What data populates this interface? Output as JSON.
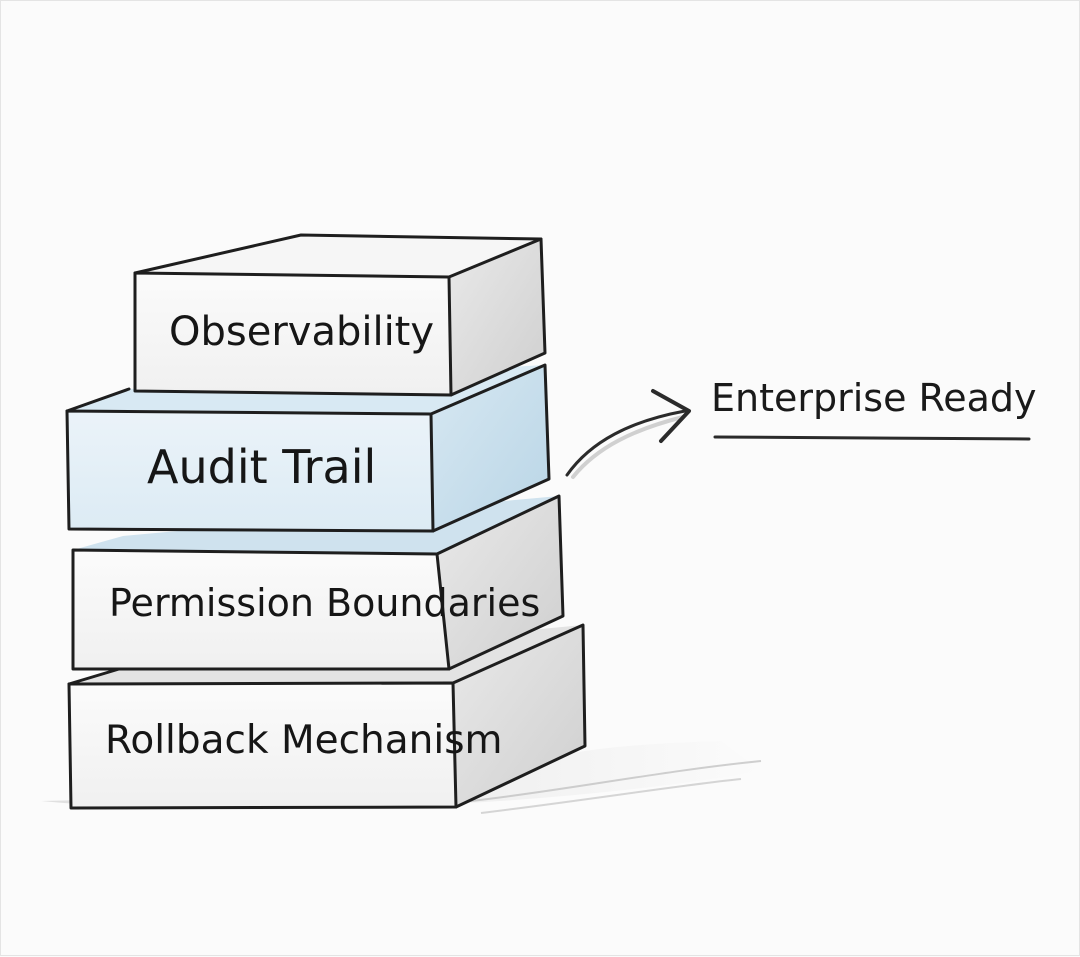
{
  "diagram": {
    "blocks": [
      {
        "label": "Observability",
        "tone": "plain"
      },
      {
        "label": "Audit Trail",
        "tone": "highlight"
      },
      {
        "label": "Permission Boundaries",
        "tone": "plain"
      },
      {
        "label": "Rollback Mechanism",
        "tone": "plain"
      }
    ],
    "callout": {
      "label": "Enterprise Ready",
      "points_to": "Audit Trail"
    },
    "colors": {
      "outline": "#1e1e1e",
      "plain_face": "#fafafa",
      "plain_side": "#dcdcdc",
      "highlight_face": "#e4eff6",
      "highlight_side": "#c9dfeb",
      "shadow": "#c9c9c9"
    }
  }
}
